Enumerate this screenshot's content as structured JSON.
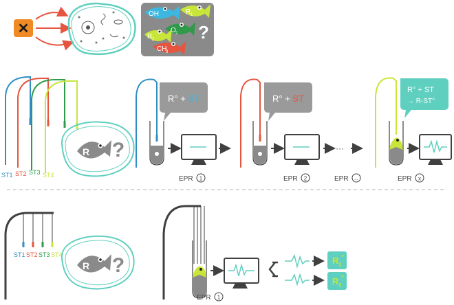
{
  "colors": {
    "orange": "#f08a24",
    "red": "#e5553f",
    "teal": "#5fcfbf",
    "cyan": "#3db6e0",
    "lime": "#c8e63a",
    "green": "#2e9a4a",
    "blue_rod": "#2f8fc4",
    "gray": "#8a8a8a",
    "dark": "#404040",
    "light_gray": "#9a9a9a"
  },
  "icons": {
    "inhibitor": "x-icon",
    "cell": "cell-icon",
    "fish": "fish-radical-icon",
    "monitor": "monitor-icon",
    "tube": "test-tube-icon"
  },
  "top": {
    "x_label": "✕",
    "radicals": [
      "OH",
      "R",
      "1",
      "O",
      "2",
      "R",
      "2",
      "CH",
      "3"
    ],
    "question": "?"
  },
  "middle": {
    "spin_traps": [
      "ST1",
      "ST2",
      "ST3",
      "ST4"
    ],
    "cell_label": "R",
    "question": "?",
    "bubble1": {
      "r": "R°",
      "plus": " + ",
      "st": "ST"
    },
    "bubble2": {
      "r": "R°",
      "plus": " + ",
      "st": "ST"
    },
    "bubble3": {
      "line1": "R° + ST",
      "line2": "→ R-ST°"
    },
    "epr_prefix": "EPR",
    "epr_labels": [
      "1",
      "2",
      "...",
      "x"
    ],
    "dots": "···",
    "arrow": "→"
  },
  "bottom": {
    "spin_traps": [
      "ST1",
      "ST2",
      "ST3",
      "ST4"
    ],
    "cell_label": "R",
    "question": "?",
    "epr_prefix": "EPR",
    "epr_label": "1",
    "results": [
      {
        "r": "R",
        "sub": "1",
        "deg": "°"
      },
      {
        "r": "R",
        "sub": "2",
        "deg": "°"
      }
    ]
  }
}
